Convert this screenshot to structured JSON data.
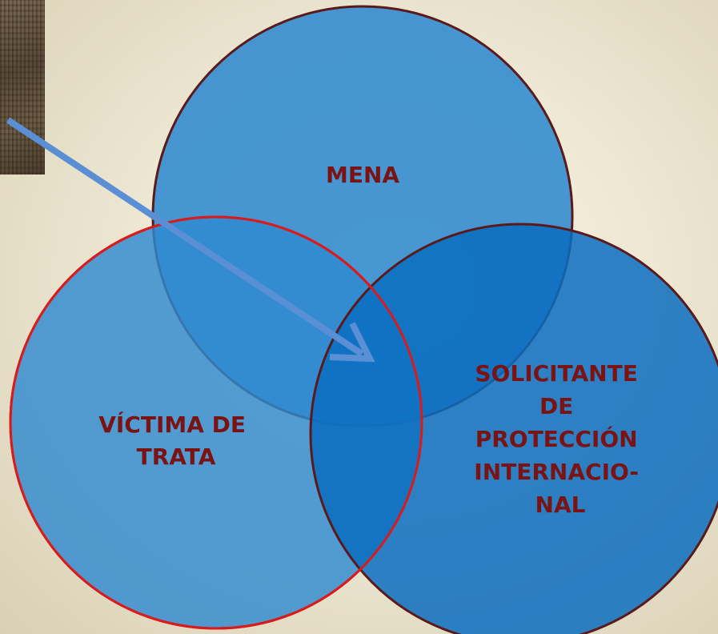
{
  "diagram": {
    "type": "venn",
    "circles": [
      {
        "id": "mena",
        "label_lines": [
          "MENA"
        ]
      },
      {
        "id": "victima",
        "label_lines": [
          "VÍCTIMA DE",
          "TRATA"
        ]
      },
      {
        "id": "solicitante",
        "label_lines": [
          "SOLICITANTE",
          "DE",
          "PROTECCIÓN",
          "INTERNACIO-",
          "NAL"
        ]
      }
    ],
    "arrow": {
      "from": "thumbnail-image",
      "to": "intersection-victima-solicitante"
    }
  },
  "colors": {
    "label_text": "#7a1414",
    "circle_fill": "#2f8ad0",
    "circle_solicitante_fill": "#0b6dbf",
    "stroke_dark": "#5a1a1a",
    "stroke_red": "#d91b1b",
    "arrow": "#5a8fd6"
  }
}
